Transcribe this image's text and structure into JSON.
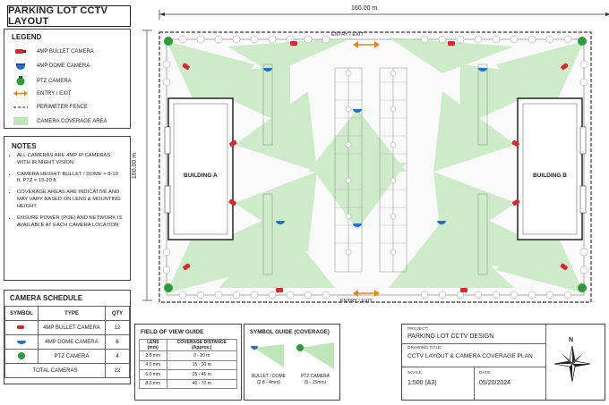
{
  "title": "PARKING LOT CCTV LAYOUT",
  "legend": {
    "header": "LEGEND",
    "items": [
      {
        "label": "4MP BULLET CAMERA",
        "icon": "bullet-camera-icon"
      },
      {
        "label": "4MP DOME CAMERA",
        "icon": "dome-camera-icon"
      },
      {
        "label": "PTZ CAMERA",
        "icon": "ptz-camera-icon"
      },
      {
        "label": "ENTRY / EXIT",
        "icon": "entry-exit-arrow-icon"
      },
      {
        "label": "PERIMETER FENCE",
        "icon": "fence-line-icon"
      },
      {
        "label": "CAMERA COVERAGE AREA",
        "icon": "coverage-area-icon"
      }
    ]
  },
  "notes": {
    "header": "NOTES",
    "items": [
      "ALL CAMERAS ARE 4MP IP CAMERAS WITH IR NIGHT VISION.",
      "CAMERA HEIGHT: BULLET / DOME = 8-10 ft. PTZ = 15-20 ft",
      "COVERAGE AREAS ARE INDICATIVE AND MAY VARY BASED ON LENS & MOUNTING HEIGHT.",
      "ENSURE POWER (POE) AND NETWORK IS AVAILABLE AT EACH CAMERA LOCATION."
    ]
  },
  "schedule": {
    "header": "CAMERA SCHEDULE",
    "columns": [
      "SYMBOL",
      "TYPE",
      "QTY"
    ],
    "rows": [
      {
        "type": "4MP BULLET CAMERA",
        "qty": "12"
      },
      {
        "type": "4MP DOME CAMERA",
        "qty": "6"
      },
      {
        "type": "PTZ CAMERA",
        "qty": "4"
      }
    ],
    "total_label": "TOTAL CAMERAS",
    "total_qty": "22"
  },
  "fov": {
    "header": "FIELD OF VIEW GUIDE",
    "columns": [
      "LENS (mm)",
      "COVERAGE DISTANCE (Approx.)"
    ],
    "rows": [
      [
        "2.8 mm",
        "0 - 20 m"
      ],
      [
        "4.0 mm",
        "15 - 30 m"
      ],
      [
        "6.0 mm",
        "25 - 45 m"
      ],
      [
        "8.0 mm",
        "40 - 70 m"
      ]
    ]
  },
  "symbol_guide": {
    "header": "SYMBOL GUIDE (COVERAGE)",
    "items": [
      {
        "label": "BULLET / DOME",
        "sub": "(2.8 - 4mm)"
      },
      {
        "label": "PTZ CAMERA",
        "sub": "(5 - 15mm)"
      }
    ]
  },
  "title_block": {
    "project_label": "PROJECT:",
    "project": "PARKING LOT CCTV DESIGN",
    "drawing_label": "DRAWING TITLE:",
    "drawing": "CCTV LAYOUT & CAMERA COVERAGE PLAN",
    "scale_label": "SCALE:",
    "scale": "1:500 (A3)",
    "date_label": "DATE:",
    "date": "05/20/2024"
  },
  "north": "N",
  "plan": {
    "width_dim": "160.00 m",
    "height_dim": "100.00 m",
    "building_a": "BUILDING A",
    "building_b": "BUILDING B",
    "entry_top": "ENTRY / EXIT",
    "entry_bottom": "ENTRY / EXIT"
  },
  "colors": {
    "bullet": "#d9282f",
    "dome": "#1f6fd1",
    "ptz": "#2e9a3a",
    "entry": "#e8821e",
    "coverage": "#bfe6b8"
  }
}
